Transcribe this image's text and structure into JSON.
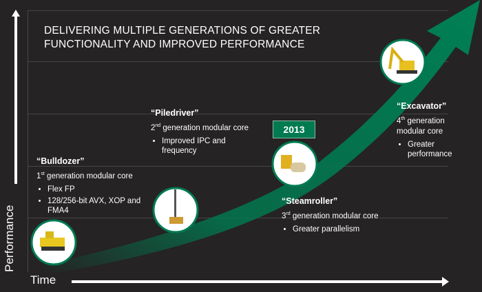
{
  "title_line1": "DELIVERING MULTIPLE GENERATIONS OF GREATER",
  "title_line2": "FUNCTIONALITY AND IMPROVED PERFORMANCE",
  "axis": {
    "y_label": "Performance",
    "x_label": "Time"
  },
  "year_badge": "2013",
  "colors": {
    "accent": "#007a50",
    "background": "#252323"
  },
  "cores": [
    {
      "name": "“Bulldozer”",
      "gen_num": "1",
      "gen_sup": "st",
      "gen_text": " generation modular core",
      "bullets": [
        "Flex FP",
        "128/256-bit AVX, XOP and FMA4"
      ],
      "icon": "bulldozer-icon"
    },
    {
      "name": "“Piledriver”",
      "gen_num": "2",
      "gen_sup": "nd",
      "gen_text": " generation modular core",
      "bullets": [
        "Improved IPC  and frequency"
      ],
      "icon": "piledriver-icon"
    },
    {
      "name": "“Steamroller”",
      "gen_num": "3",
      "gen_sup": "rd",
      "gen_text": " generation modular core",
      "bullets": [
        "Greater parallelism"
      ],
      "icon": "steamroller-icon"
    },
    {
      "name": "“Excavator”",
      "gen_num": "4",
      "gen_sup": "th",
      "gen_text": " generation modular core",
      "bullets": [
        "Greater performance"
      ],
      "icon": "excavator-icon"
    }
  ]
}
